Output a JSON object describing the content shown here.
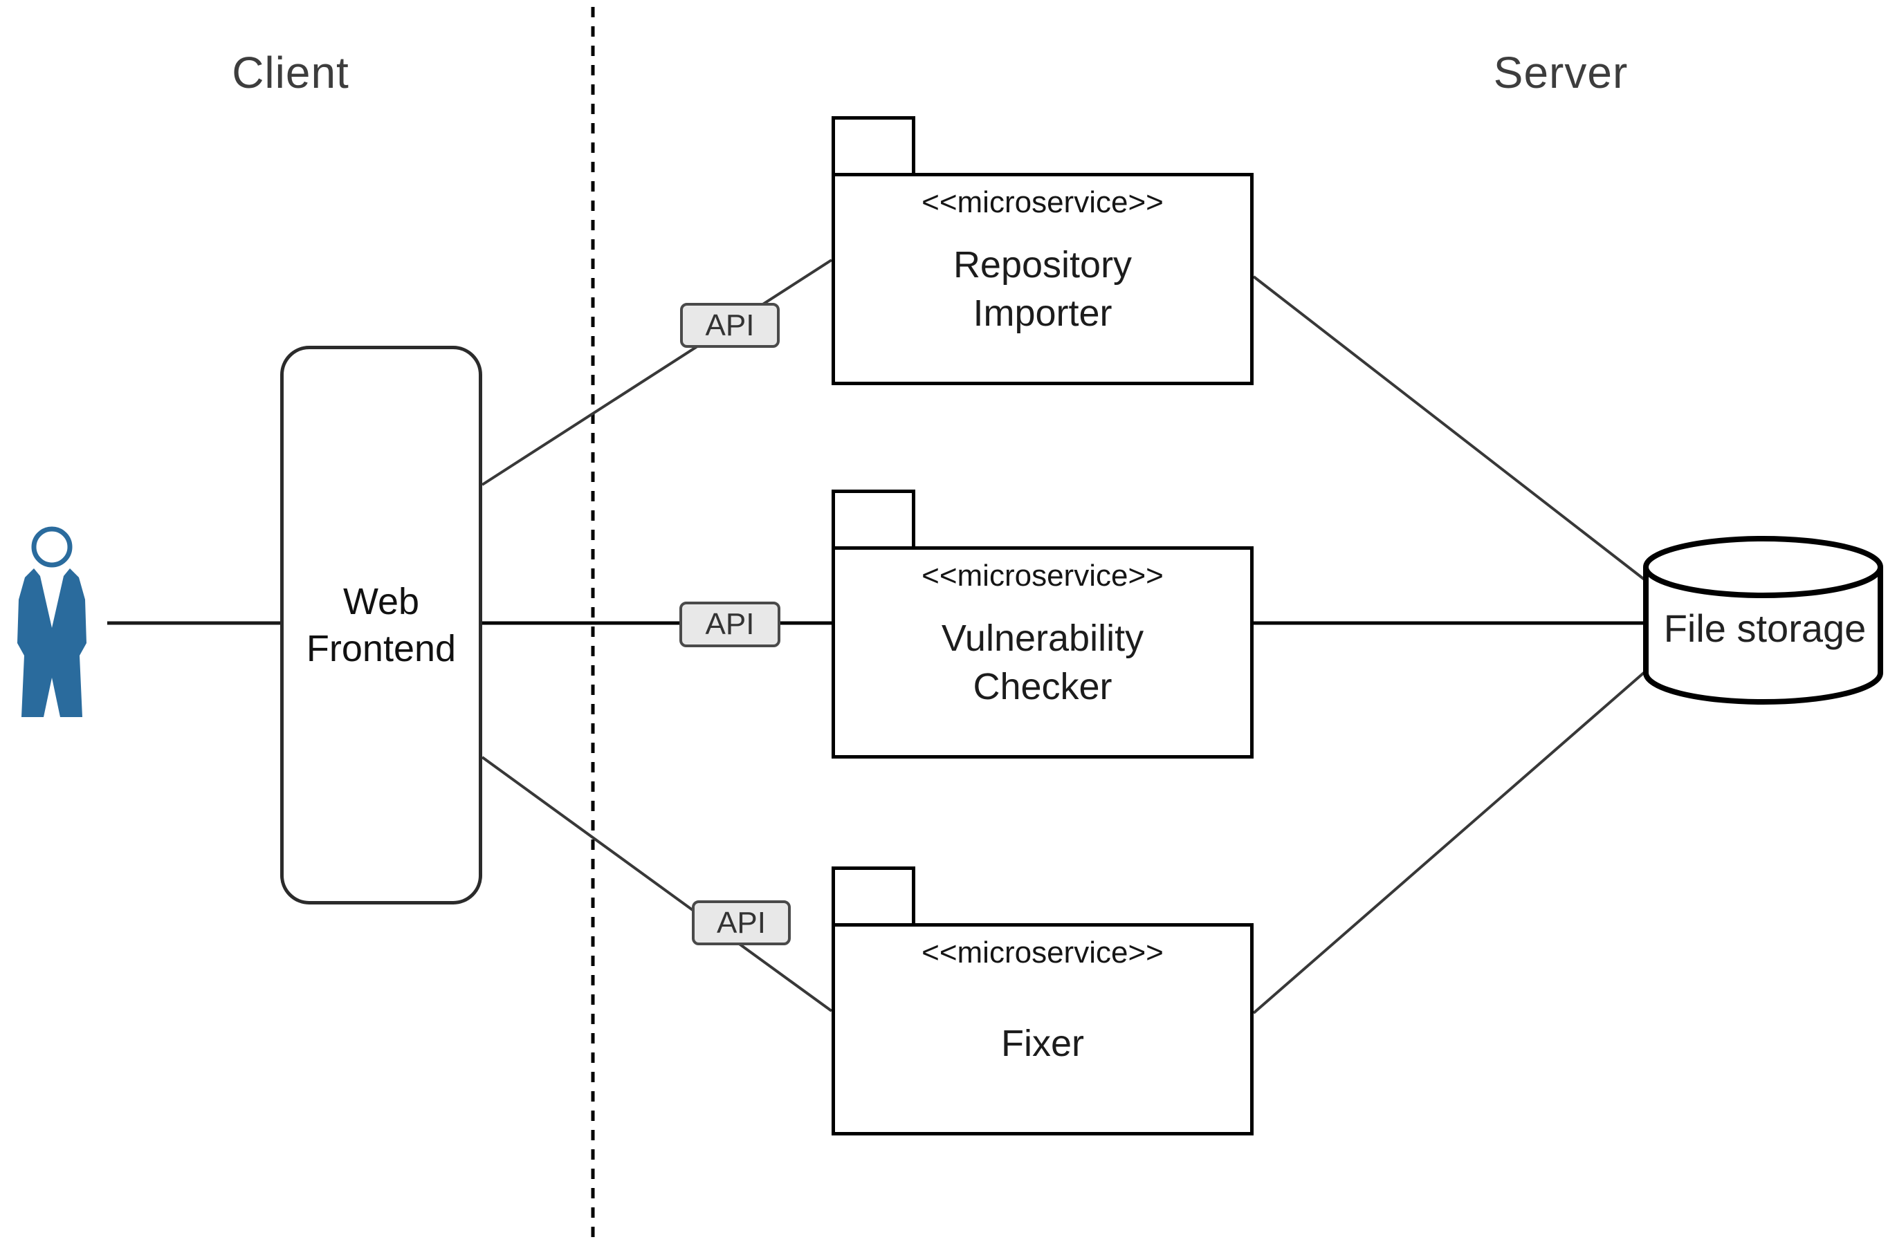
{
  "titles": {
    "left": "Client",
    "right": "Server"
  },
  "actor": {
    "icon": "person-icon"
  },
  "web_frontend": {
    "name_lines": [
      "Web",
      "Frontend"
    ]
  },
  "microservices": [
    {
      "stereotype": "<<microservice>>",
      "name_lines": [
        "Repository",
        "Importer"
      ]
    },
    {
      "stereotype": "<<microservice>>",
      "name_lines": [
        "Vulnerability",
        "Checker"
      ]
    },
    {
      "stereotype": "<<microservice>>",
      "name_lines": [
        "Fixer",
        ""
      ]
    }
  ],
  "connections": {
    "api_badge_labels": [
      "API",
      "API",
      "API"
    ]
  },
  "storage": {
    "label": "File storage"
  },
  "colors": {
    "actor_blue": "#2a6b9d",
    "badge_fill": "#e8e8e8",
    "badge_border": "#4a4a4a",
    "connector_line": "#2f2f2f",
    "box_border": "#000000",
    "zone_title_text": "#3d3d3d",
    "body_text": "#1a1a1a"
  }
}
